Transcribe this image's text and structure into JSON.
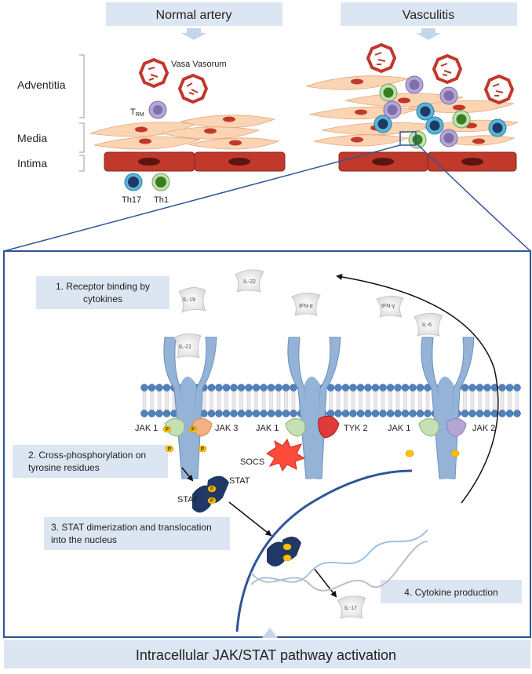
{
  "panels": {
    "normal": {
      "title": "Normal artery"
    },
    "vasculitis": {
      "title": "Vasculitis"
    }
  },
  "layers": {
    "adventitia": "Adventitia",
    "media": "Media",
    "intima": "Intima"
  },
  "cells": {
    "vasa_vasorum": "Vasa Vasorum",
    "trm_main": "T",
    "trm_sub": "RM",
    "th17": "Th17",
    "th1": "Th1"
  },
  "steps": {
    "s1_line1": "1. Receptor binding by",
    "s1_line2": "cytokines",
    "s2_line1": "2. Cross-phosphorylation on",
    "s2_line2": "tyrosine residues",
    "s3_line1": "3. STAT dimerization and translocation",
    "s3_line2": "into the nucleus",
    "s4": "4. Cytokine production"
  },
  "cytokines": {
    "il22": "IL-22",
    "il19": "IL-19",
    "ifna": "IFN-α",
    "ifng": "IFN-γ",
    "il6": "IL-6",
    "il21": "IL-21",
    "il17": "IL-17"
  },
  "kinases": {
    "jak1_a": "JAK 1",
    "jak3": "JAK 3",
    "jak1_b": "JAK 1",
    "tyk2": "TYK 2",
    "jak1_c": "JAK 1",
    "jak2": "JAK 2",
    "socs": "SOCS"
  },
  "stat": {
    "label_a": "STAT",
    "label_b": "STAT",
    "p": "P"
  },
  "footer": {
    "title": "Intracellular JAK/STAT pathway activation"
  },
  "colors": {
    "banner": "#dce6f2",
    "receptor": "#95b3d7",
    "membrane": "#4f81bd",
    "intima": "#c0392b",
    "smc": "#fbd4b4",
    "stat": "#1f3864",
    "phospho": "#ffc000",
    "socs": "#ff4b3a",
    "tyk2": "#e03a3a"
  }
}
